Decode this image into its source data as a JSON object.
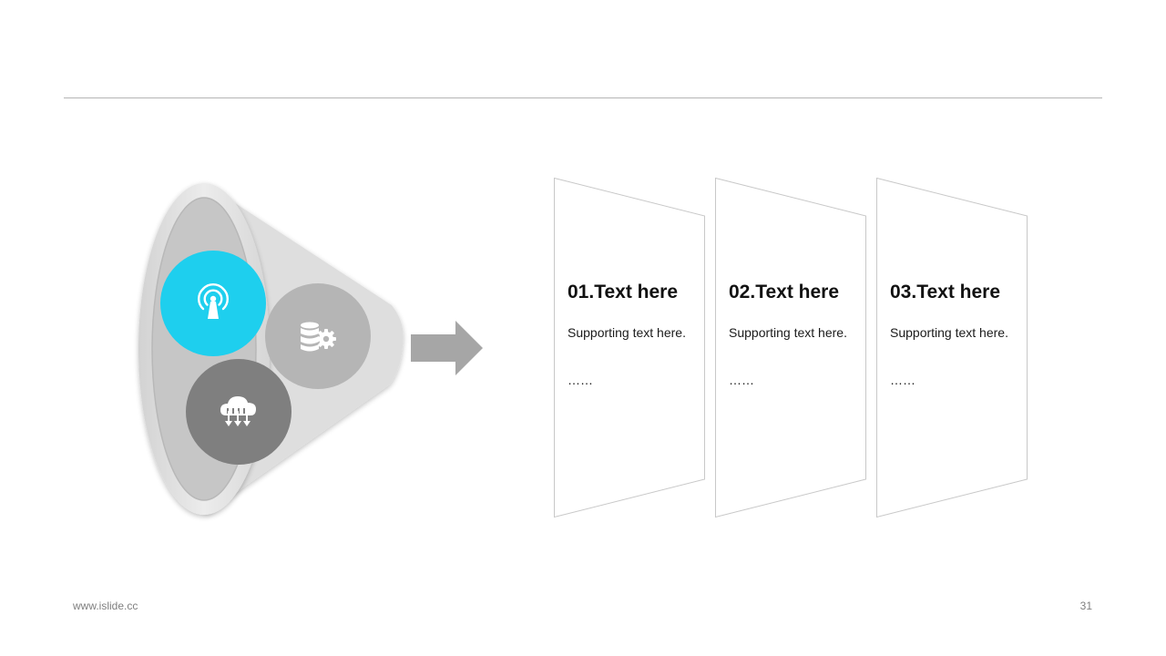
{
  "colors": {
    "accent": "#1ecfee",
    "circle_light": "#b5b5b5",
    "circle_dark": "#7f7f7f",
    "funnel_fill": "#e0e0e0",
    "arrow": "#a6a6a6",
    "panel_border": "#c8c8c8"
  },
  "diagram": {
    "icons": [
      "broadcast-tower-icon",
      "database-settings-icon",
      "cloud-download-icon"
    ]
  },
  "panels": [
    {
      "title": "01.Text here",
      "subtitle": "Supporting text here.",
      "ellipsis": "……"
    },
    {
      "title": "02.Text here",
      "subtitle": "Supporting text here.",
      "ellipsis": "……"
    },
    {
      "title": "03.Text here",
      "subtitle": "Supporting text here.",
      "ellipsis": "……"
    }
  ],
  "footer": {
    "url": "www.islide.cc",
    "page_number": "31"
  }
}
